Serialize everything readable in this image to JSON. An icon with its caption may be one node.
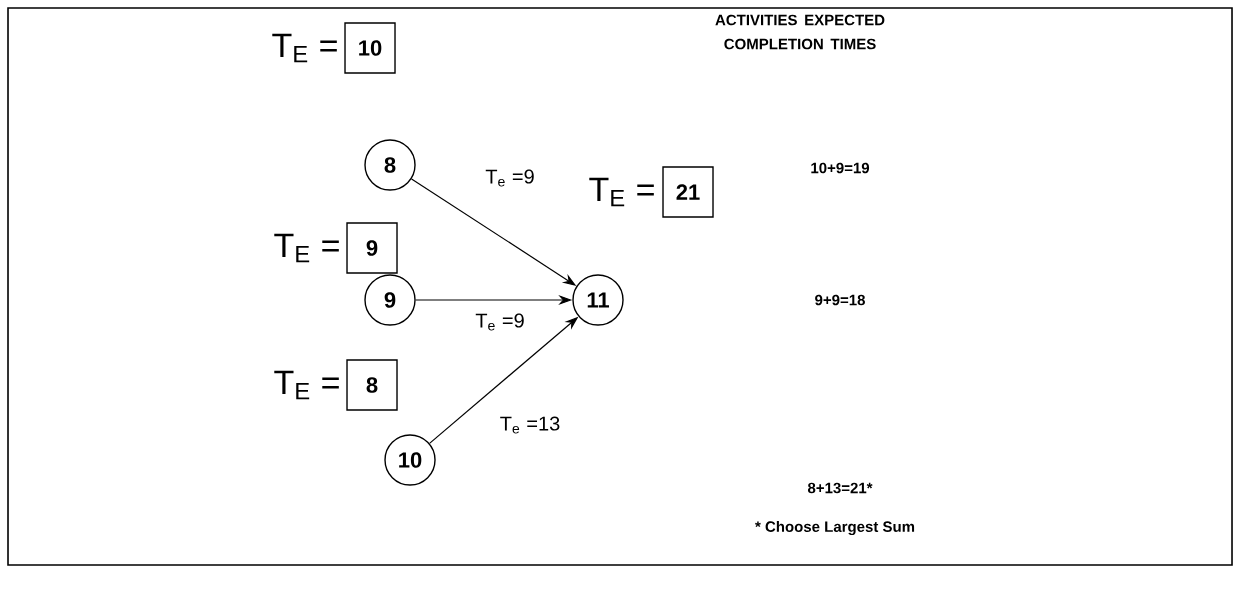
{
  "diagram": {
    "nodes": [
      {
        "text": [
          "10"
        ],
        "beside": [
          "T$_{E}$ ="
        ]
      },
      {
        "text": [
          "8"
        ]
      },
      {
        "text": [
          "21"
        ],
        "beside": [
          "T$_{E}$ ="
        ]
      },
      {
        "text": [
          "9"
        ],
        "beside": [
          "T$_{E}$ ="
        ]
      },
      {
        "text": [
          "9"
        ]
      },
      {
        "text": [
          "11"
        ]
      },
      {
        "text": [
          "8"
        ],
        "beside": [
          "T$_{E}$ ="
        ]
      },
      {
        "text": [
          "10"
        ]
      }
    ],
    "edges": [
      {
        "from": 1,
        "to": 5,
        "arrow": "to",
        "label": "T$_{e}$ =9"
      },
      {
        "from": 4,
        "to": 5,
        "arrow": "to",
        "label": "T$_{e}$ =9"
      },
      {
        "from": 7,
        "to": 5,
        "arrow": "to",
        "label": "T$_{e}$ =13"
      }
    ],
    "labels": [
      "ACTIVITIES EXPECTED COMPLETION TIMES",
      "10+9=19",
      "9+9=18",
      "8+13=21*",
      "* Choose Largest Sum"
    ]
  }
}
